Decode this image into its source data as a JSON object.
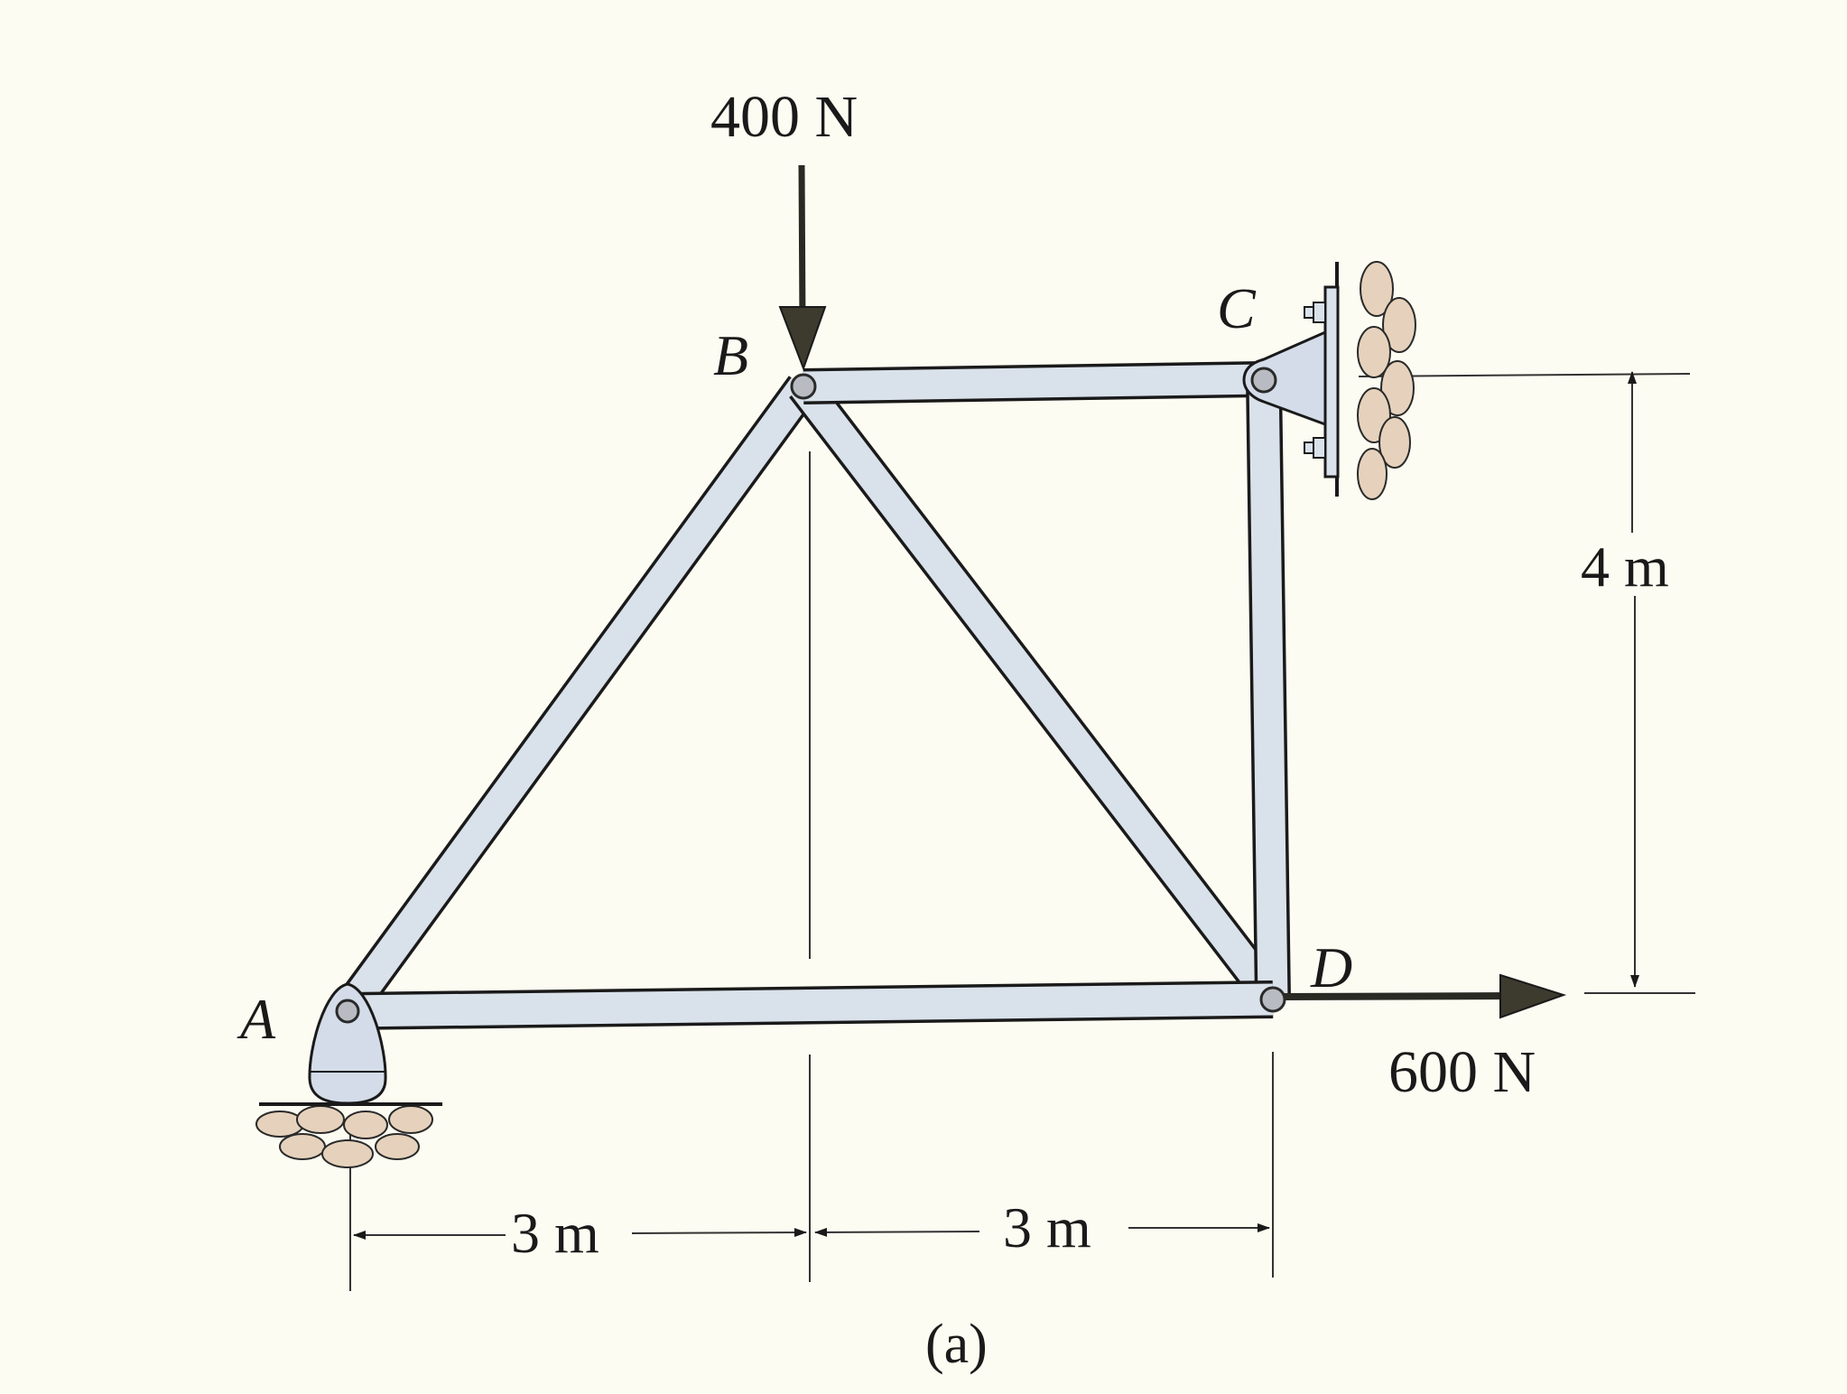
{
  "figure": {
    "caption": "(a)",
    "colors": {
      "background": "#fcfcf2",
      "member_fill": "#d9e1ea",
      "member_outline": "#1a1a1a",
      "support_fill": "#d3dce8",
      "rock_fill": "#e6d2bc",
      "arrow": "#2a2a24"
    }
  },
  "joints": {
    "A": {
      "label": "A"
    },
    "B": {
      "label": "B"
    },
    "C": {
      "label": "C"
    },
    "D": {
      "label": "D"
    }
  },
  "members": [
    "AB",
    "BC",
    "BD",
    "CD",
    "AD"
  ],
  "supports": [
    {
      "joint": "A",
      "type": "pin support on ground"
    },
    {
      "joint": "C",
      "type": "pin bracket bolted to wall"
    }
  ],
  "loads": [
    {
      "joint": "B",
      "label": "400 N",
      "direction": "down"
    },
    {
      "joint": "D",
      "label": "600 N",
      "direction": "right"
    }
  ],
  "dimensions": {
    "horizontal_left": "3 m",
    "horizontal_right": "3 m",
    "vertical": "4 m"
  }
}
